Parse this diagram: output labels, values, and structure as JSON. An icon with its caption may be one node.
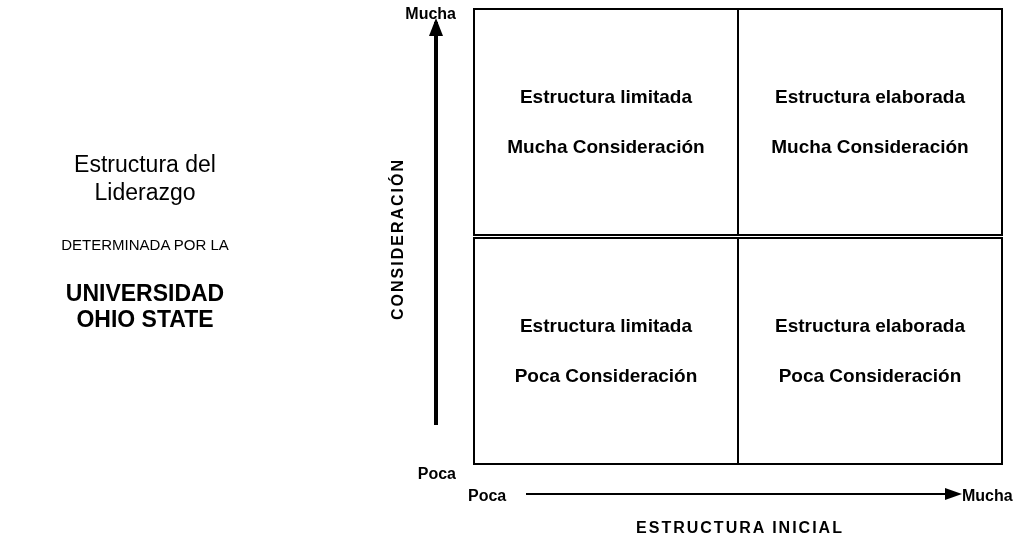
{
  "diagram": {
    "nodes": [
      {
        "text": [
          "Estructura limitada",
          "Mucha Consideración"
        ]
      },
      {
        "text": [
          "Estructura elaborada",
          "Mucha Consideración"
        ]
      },
      {
        "text": [
          "Estructura limitada",
          "Poca Consideración"
        ]
      },
      {
        "text": [
          "Estructura elaborada",
          "Poca Consideración"
        ]
      }
    ],
    "labels": [
      "Mucha",
      "Estructura del Liderazgo",
      "CONSIDERACIÓN",
      "DETERMINADA POR LA",
      "UNIVERSIDAD OHIO STATE",
      "Poca",
      "Poca",
      "Mucha",
      "ESTRUCTURA INICIAL"
    ]
  }
}
